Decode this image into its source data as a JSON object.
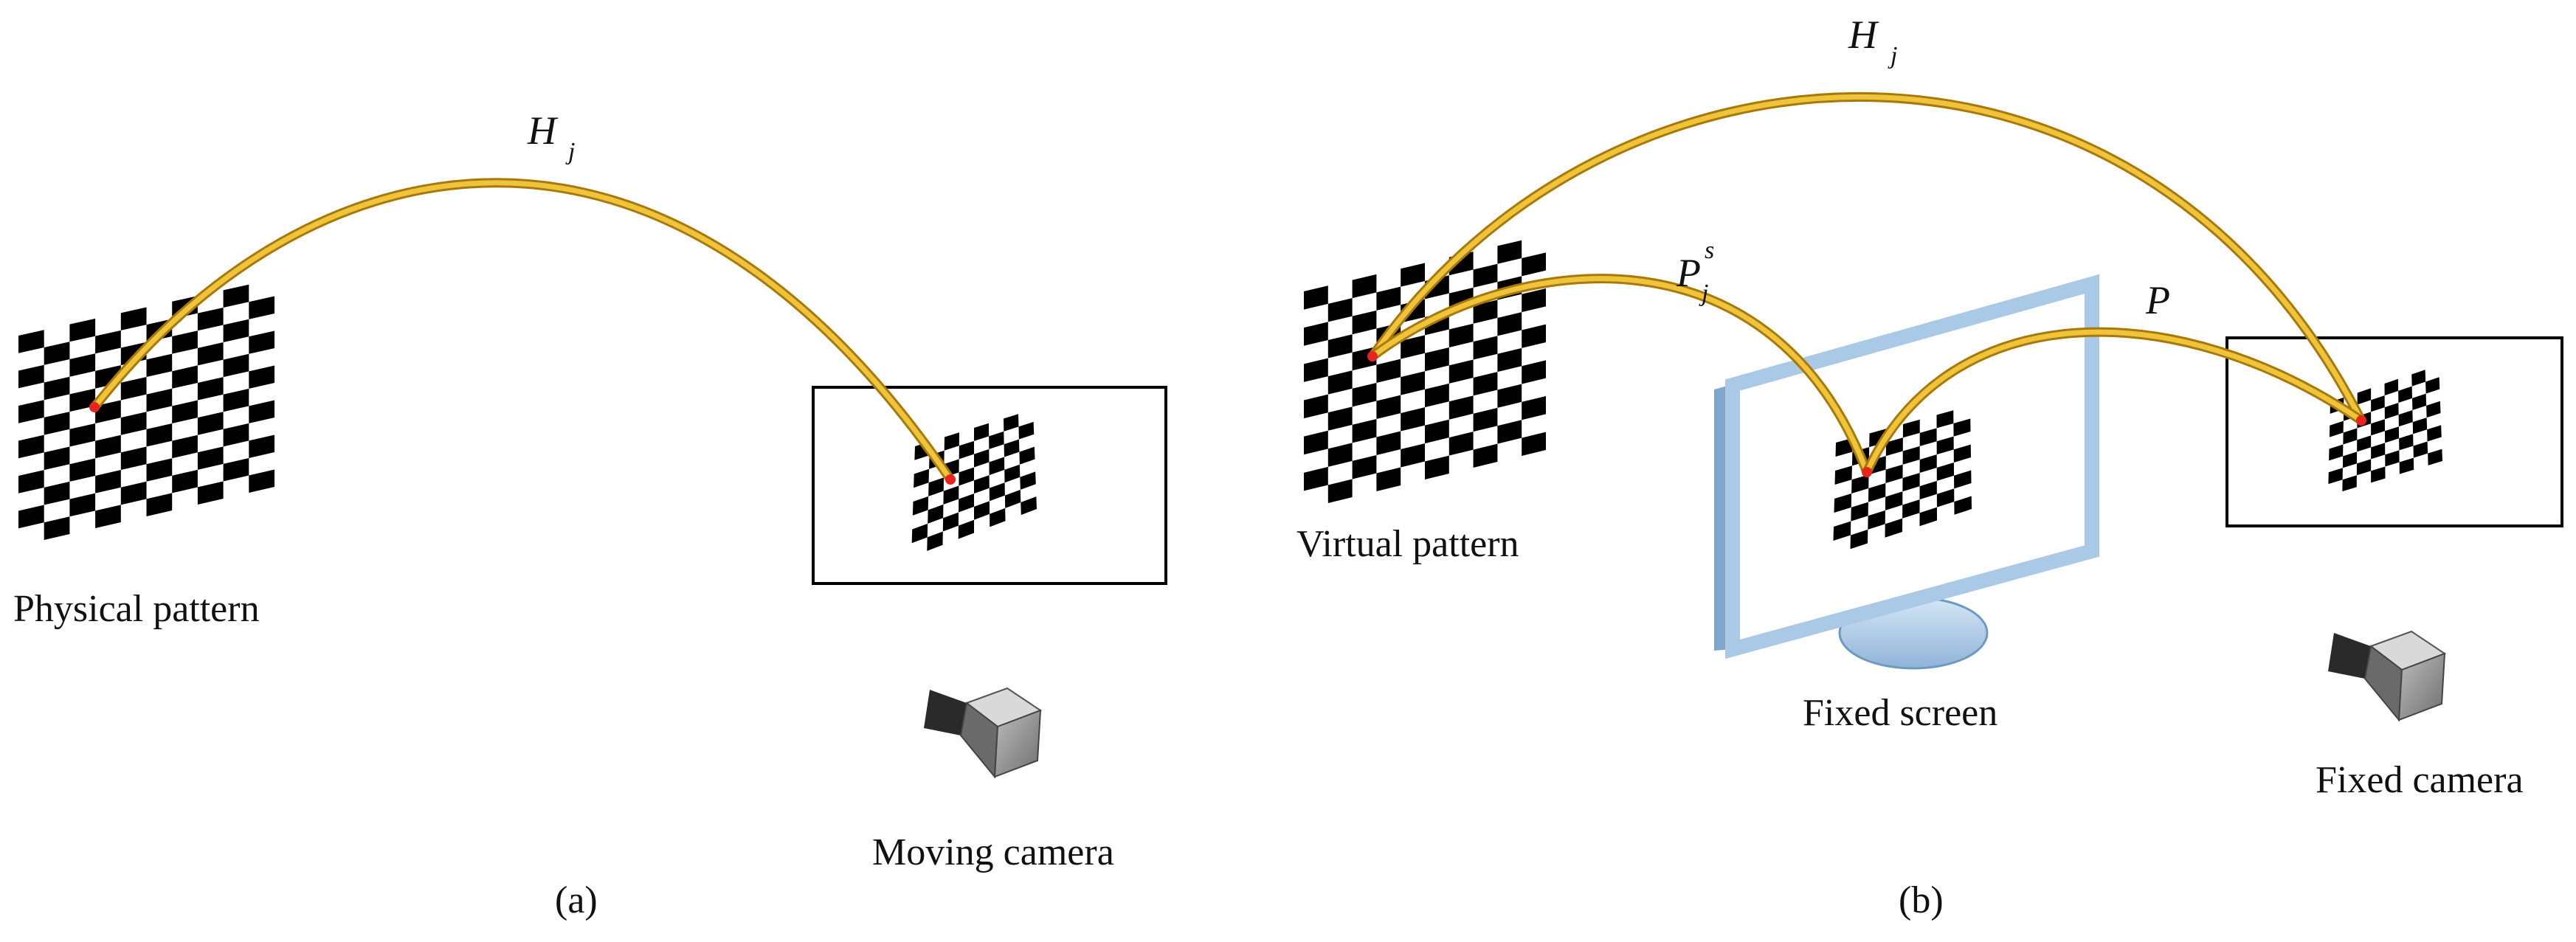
{
  "panel_a": {
    "caption": "(a)",
    "physical_pattern_label": "Physical pattern",
    "moving_camera_label": "Moving camera",
    "homography": {
      "symbol": "H",
      "subscript": "j"
    }
  },
  "panel_b": {
    "caption": "(b)",
    "virtual_pattern_label": "Virtual pattern",
    "fixed_screen_label": "Fixed screen",
    "fixed_camera_label": "Fixed camera",
    "homography": {
      "symbol": "H",
      "subscript": "j"
    },
    "screen_pose": {
      "symbol": "P",
      "subscript": "j",
      "superscript": "s"
    },
    "camera_pose": {
      "symbol": "P"
    }
  },
  "colors": {
    "arc": "#e0b020",
    "arc_edge": "#a8780a",
    "point": "#e8241c",
    "checker": "#000000",
    "frame": "#000000",
    "monitor": "#a9c9e6",
    "monitor_dark": "#6f99c0",
    "camera_body": "#8c8c8c",
    "camera_lens": "#2a2a2a"
  }
}
